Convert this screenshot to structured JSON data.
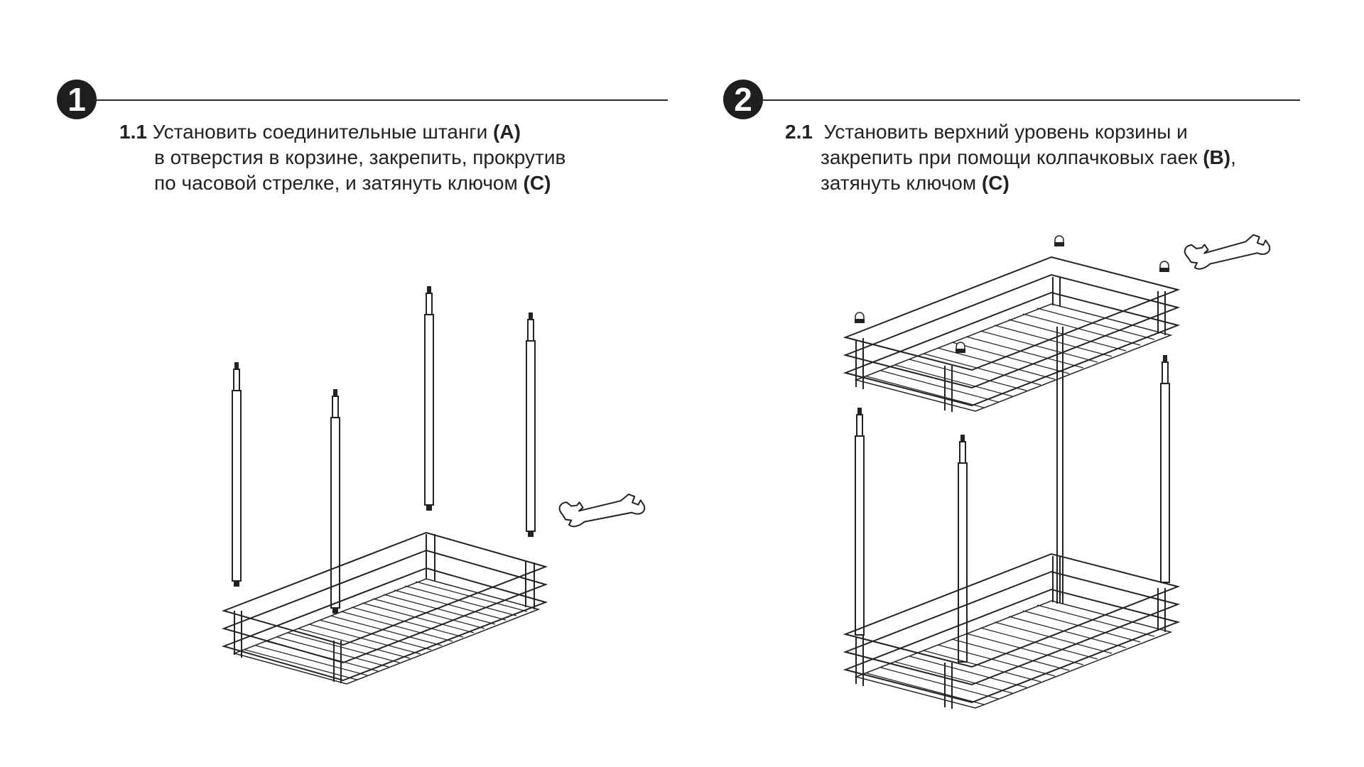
{
  "step1": {
    "badge": "1",
    "number": "1.1",
    "line1": "Установить соединительные штанги ",
    "line1_ref": "(A)",
    "line2": "в отверстия в корзине, закрепить, прокрутив",
    "line3": "по часовой стрелке, и затянуть ключом ",
    "line3_ref": "(C)"
  },
  "step2": {
    "badge": "2",
    "number": "2.1",
    "line1": "Установить верхний уровень корзины и",
    "line2": "закрепить при помощи колпачковых гаек ",
    "line2_ref": "(B)",
    "line2_tail": ",",
    "line3": "затянуть ключом ",
    "line3_ref": "(C)"
  },
  "illustration": {
    "step1_parts": [
      "rod-a",
      "rod-a",
      "rod-a",
      "rod-a",
      "basket",
      "wrench-c"
    ],
    "step2_parts": [
      "basket-upper",
      "cap-nut-b",
      "cap-nut-b",
      "cap-nut-b",
      "cap-nut-b",
      "rod-a",
      "rod-a",
      "rod-a",
      "rod-a",
      "basket-lower",
      "wrench-c"
    ]
  }
}
